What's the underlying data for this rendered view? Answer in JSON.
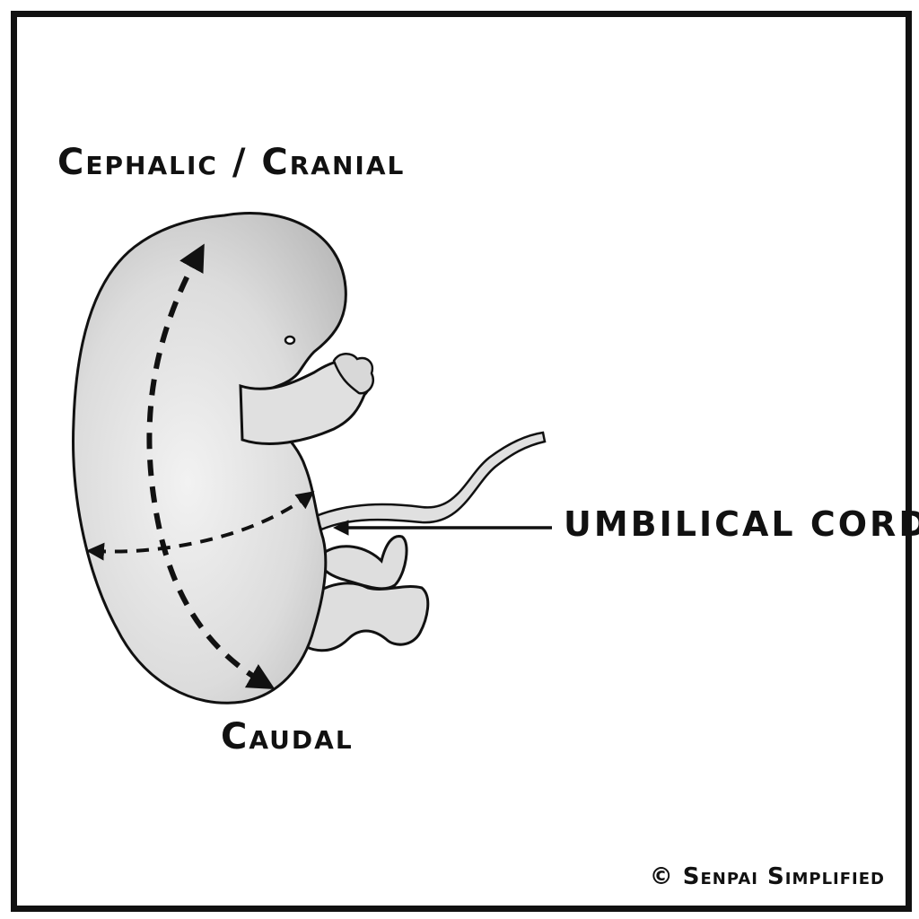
{
  "labels": {
    "cephalic": "Cephalic / Cranial",
    "caudal": "Caudal",
    "umbilical_cord": "UMBILICAL CORD"
  },
  "credit": "© Senpai Simplified",
  "colors": {
    "outline": "#111111",
    "body_fill": "#e6e6e6",
    "shade": "#bdbdbd",
    "background": "#ffffff"
  }
}
